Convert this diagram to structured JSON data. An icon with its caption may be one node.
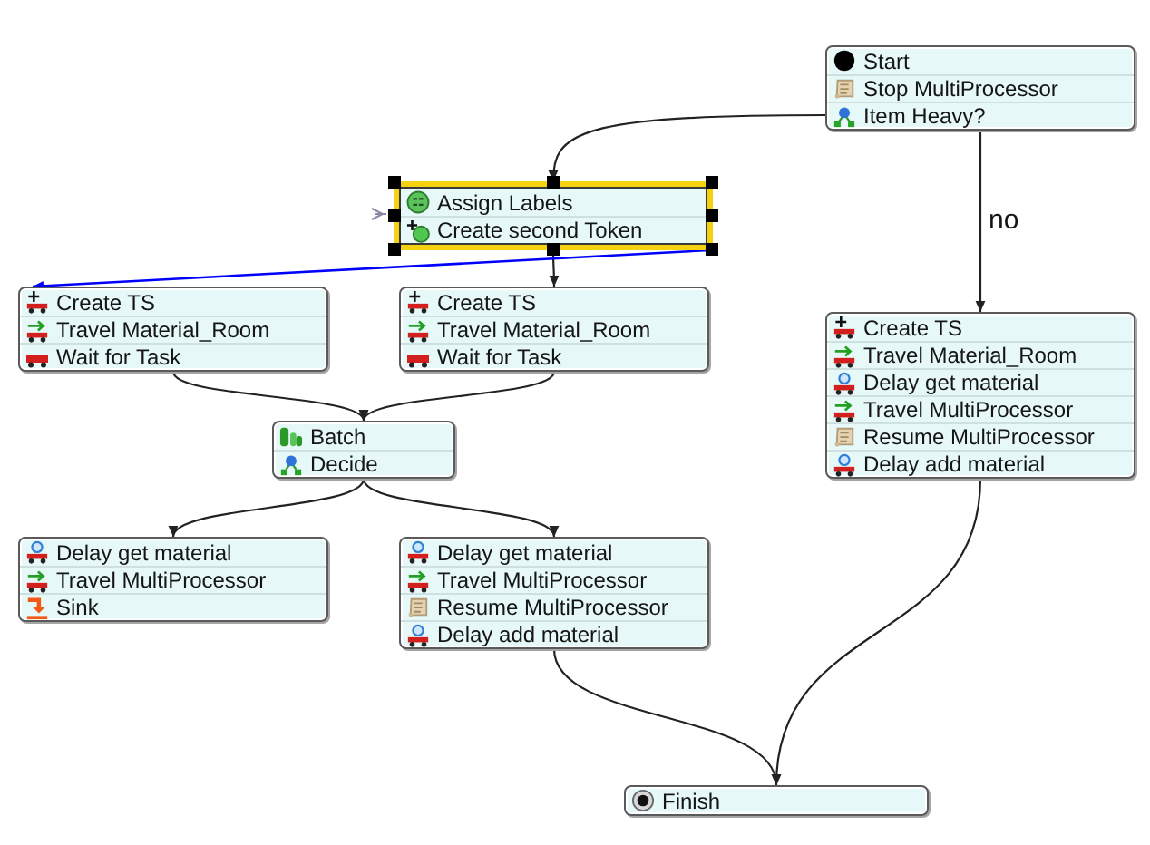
{
  "diagram": {
    "nodes": [
      {
        "text": [
          "Start",
          "Stop MultiProcessor",
          "Item Heavy?"
        ]
      },
      {
        "text": [
          "Assign Labels",
          "Create second Token"
        ]
      },
      {
        "text": [
          "Create TS",
          "Travel Material_Room",
          "Wait for Task"
        ]
      },
      {
        "text": [
          "Create TS",
          "Travel Material_Room",
          "Wait for Task"
        ]
      },
      {
        "text": [
          "Create TS",
          "Travel Material_Room",
          "Delay get material",
          "Travel MultiProcessor",
          "Resume MultiProcessor",
          "Delay add material"
        ]
      },
      {
        "text": [
          "Batch",
          "Decide"
        ]
      },
      {
        "text": [
          "Delay get material",
          "Travel MultiProcessor",
          "Sink"
        ]
      },
      {
        "text": [
          "Delay get material",
          "Travel MultiProcessor",
          "Resume MultiProcessor",
          "Delay add material"
        ]
      },
      {
        "text": [
          "Finish"
        ]
      }
    ],
    "edges": [
      {
        "from": 0,
        "to": 1,
        "arrow": "to"
      },
      {
        "from": 0,
        "to": 4,
        "arrow": "to",
        "label": "no"
      },
      {
        "from": 1,
        "to": 3,
        "arrow": "to"
      },
      {
        "from": 1,
        "to": 2,
        "arrow": "to",
        "color": "#0000ff"
      },
      {
        "from": 2,
        "to": 5,
        "arrow": "to"
      },
      {
        "from": 3,
        "to": 5,
        "arrow": "to"
      },
      {
        "from": 5,
        "to": 6,
        "arrow": "to"
      },
      {
        "from": 5,
        "to": 7,
        "arrow": "to"
      },
      {
        "from": 7,
        "to": 8,
        "arrow": "to"
      },
      {
        "from": 4,
        "to": 8,
        "arrow": "to"
      }
    ]
  }
}
